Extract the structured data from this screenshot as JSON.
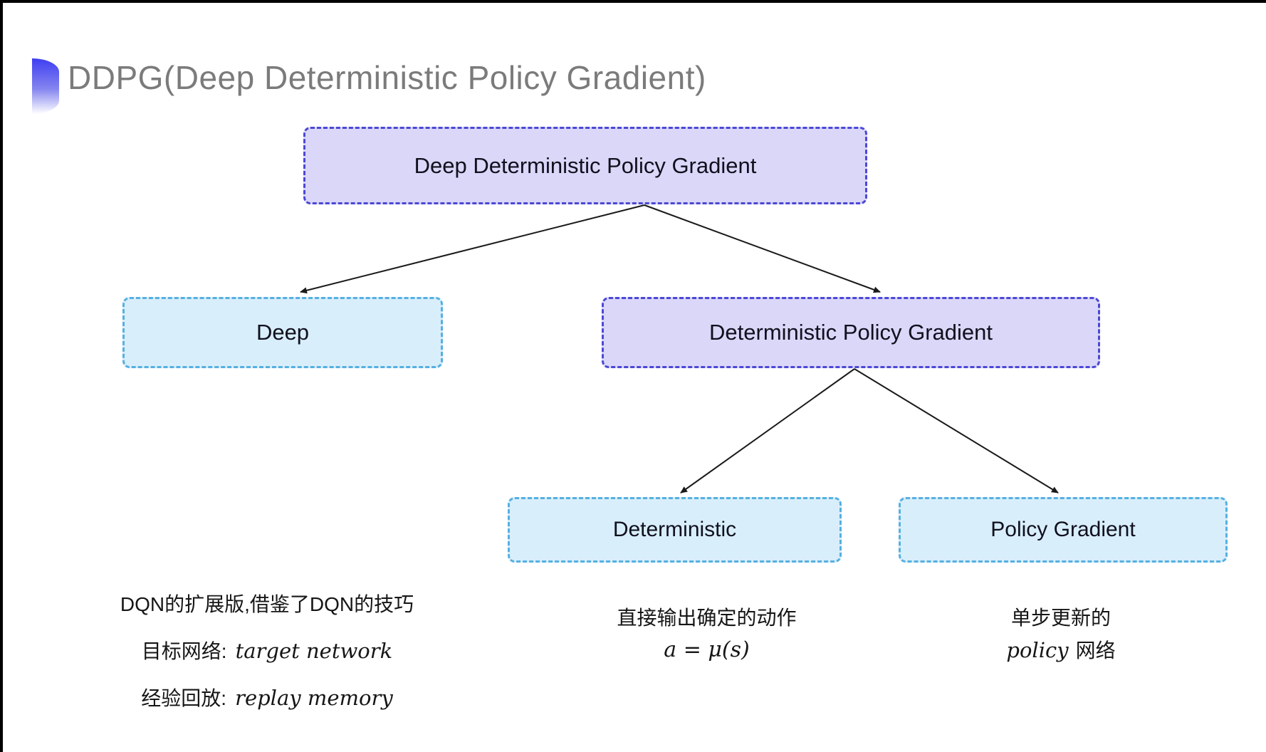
{
  "title": {
    "text": "DDPG(Deep Deterministic Policy Gradient)"
  },
  "nodes": {
    "root": {
      "label": "Deep Deterministic Policy Gradient"
    },
    "deep": {
      "label": "Deep"
    },
    "dpg": {
      "label": "Deterministic Policy Gradient"
    },
    "deterministic": {
      "label": "Deterministic"
    },
    "policy_gradient": {
      "label": "Policy Gradient"
    }
  },
  "annotations": {
    "deep_note": {
      "line1": "DQN的扩展版,借鉴了DQN的技巧",
      "line2_label": "目标网络:",
      "line2_term": "target network",
      "line3_label": "经验回放:",
      "line3_term": "replay memory"
    },
    "deterministic_note": {
      "line1": "直接输出确定的动作",
      "line2": "a = μ(s)"
    },
    "policy_gradient_note": {
      "line1": "单步更新的",
      "line2_term": "policy",
      "line2_suffix": "网络"
    }
  },
  "colors": {
    "lavender_fill": "#dbd7f8",
    "lavender_border": "#4b48d6",
    "cyan_fill": "#d9eefb",
    "cyan_border": "#55b0e1",
    "arrow": "#1a1a1a",
    "title_gray": "#7b7b7b",
    "icon_gradient_top": "#3e3ef2",
    "icon_gradient_bottom": "#ffffff",
    "frame_black": "#000000"
  }
}
